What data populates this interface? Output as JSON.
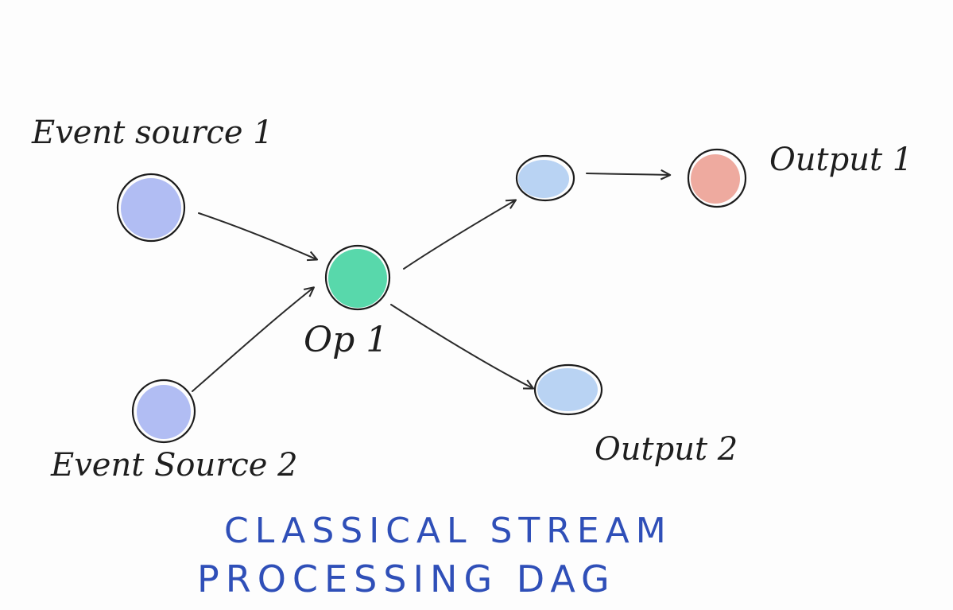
{
  "labels": {
    "event_source_1": "Event source 1",
    "event_source_2": "Event Source 2",
    "op_1": "Op 1",
    "output_1": "Output 1",
    "output_2": "Output 2"
  },
  "caption": {
    "line1": "CLASSICAL STREAM",
    "line2": "PROCESSING DAG"
  },
  "colors": {
    "source_node": "#a9b6f2",
    "op_node": "#4fd6a6",
    "intermediate_node": "#b9d3f3",
    "output_node": "#eeaa9f",
    "caption": "#2f4fb8",
    "ink": "#1e1e1e"
  }
}
